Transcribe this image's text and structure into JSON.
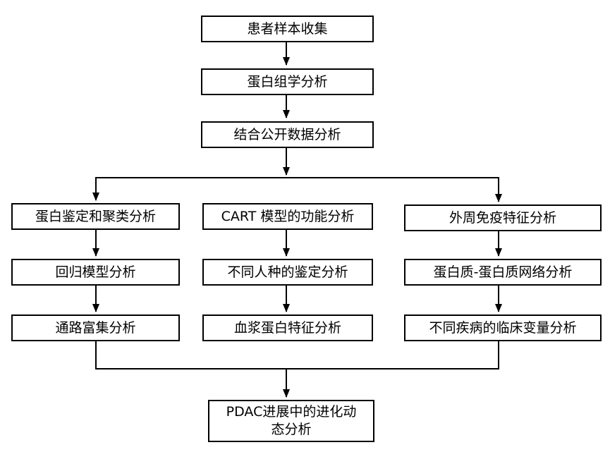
{
  "flowchart": {
    "background_color": "#ffffff",
    "line_color": "#000000",
    "text_color": "#000000",
    "main_sequence": [
      {
        "id": "patient-sample-collection",
        "label": "患者样本收集"
      },
      {
        "id": "proteomics-analysis",
        "label": "蛋白组学分析"
      },
      {
        "id": "public-data-analysis",
        "label": "结合公开数据分析"
      }
    ],
    "branches": {
      "left": [
        {
          "id": "protein-identification-clustering",
          "label": "蛋白鉴定和聚类分析"
        },
        {
          "id": "regression-model-analysis",
          "label": "回归模型分析"
        },
        {
          "id": "pathway-enrichment-analysis",
          "label": "通路富集分析"
        }
      ],
      "middle": [
        {
          "id": "cart-model-function-analysis",
          "label": "CART 模型的功能分析"
        },
        {
          "id": "ethnic-group-identification-analysis",
          "label": "不同人种的鉴定分析"
        },
        {
          "id": "plasma-protein-signature-analysis",
          "label": "血浆蛋白特征分析"
        }
      ],
      "right": [
        {
          "id": "peripheral-immune-signature-analysis",
          "label": "外周免疫特征分析"
        },
        {
          "id": "protein-protein-network-analysis",
          "label": "蛋白质-蛋白质网络分析"
        },
        {
          "id": "disease-clinical-variable-analysis",
          "label": "不同疾病的临床变量分析"
        }
      ]
    },
    "final_node": {
      "id": "pdac-evolution-dynamics",
      "label": "PDAC进展中的进化动\n态分析"
    }
  }
}
